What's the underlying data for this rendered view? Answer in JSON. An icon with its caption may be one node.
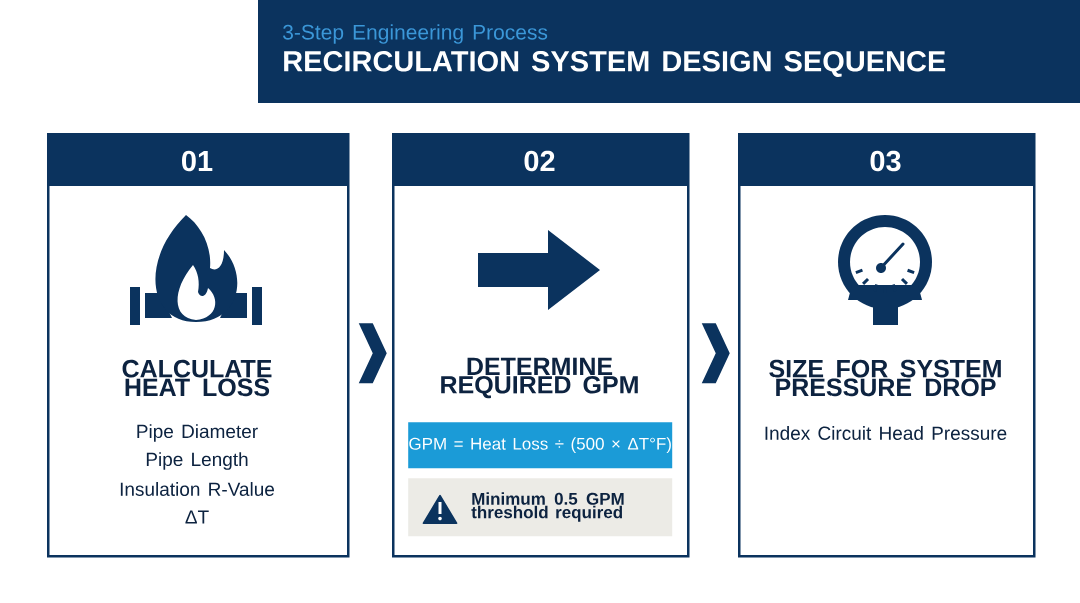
{
  "diagram": {
    "title": "RECIRCULATION SYSTEM DESIGN SEQUENCE",
    "nodes": [
      {
        "text": [
          "01",
          "CALCULATE HEAT LOSS",
          "Pipe Diameter",
          "Pipe Length",
          "Insulation R-Value",
          "ΔT"
        ]
      },
      {
        "text": [
          "02",
          "DETERMINE REQUIRED GPM"
        ]
      },
      {
        "text": [
          "GPM = Heat Loss ÷ (500 × ΔT°F)"
        ],
        "in": 1
      },
      {
        "text": [
          "Minimum 0.5 GPM threshold required"
        ],
        "in": 1
      },
      {
        "text": [
          "03",
          "SIZE FOR SYSTEM PRESSURE DROP",
          "Index Circuit Head Pressure"
        ]
      }
    ],
    "edges": [
      {
        "from": 0,
        "to": 1,
        "arrow": "to"
      },
      {
        "from": 1,
        "to": 4,
        "arrow": "to"
      }
    ],
    "labels": [
      "3-Step Engineering Process"
    ]
  }
}
